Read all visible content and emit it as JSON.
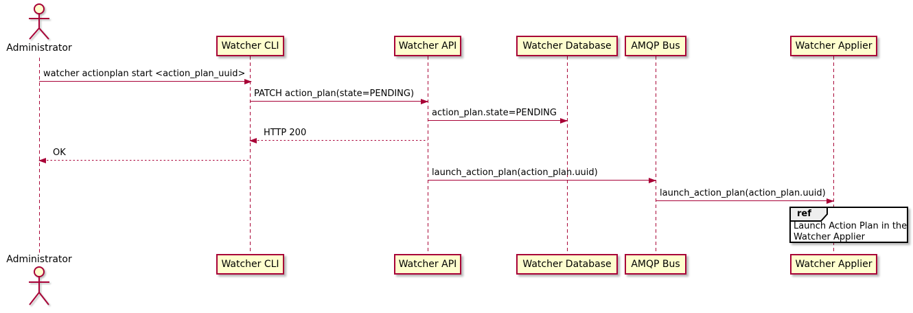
{
  "diagram_type": "sequence-diagram",
  "actor": {
    "label": "Administrator"
  },
  "participants": [
    {
      "label": "Watcher CLI"
    },
    {
      "label": "Watcher API"
    },
    {
      "label": "Watcher Database"
    },
    {
      "label": "AMQP Bus"
    },
    {
      "label": "Watcher Applier"
    }
  ],
  "messages": [
    {
      "from": "Administrator",
      "to": "Watcher CLI",
      "label": "watcher actionplan start <action_plan_uuid>",
      "line": "solid",
      "direction": "right"
    },
    {
      "from": "Watcher CLI",
      "to": "Watcher API",
      "label": "PATCH action_plan(state=PENDING)",
      "line": "solid",
      "direction": "right"
    },
    {
      "from": "Watcher API",
      "to": "Watcher Database",
      "label": "action_plan.state=PENDING",
      "line": "solid",
      "direction": "right"
    },
    {
      "from": "Watcher API",
      "to": "Watcher CLI",
      "label": "HTTP 200",
      "line": "dotted",
      "direction": "left"
    },
    {
      "from": "Watcher CLI",
      "to": "Administrator",
      "label": "OK",
      "line": "dotted",
      "direction": "left"
    },
    {
      "from": "Watcher API",
      "to": "AMQP Bus",
      "label": "launch_action_plan(action_plan.uuid)",
      "line": "solid",
      "direction": "right"
    },
    {
      "from": "AMQP Bus",
      "to": "Watcher Applier",
      "label": "launch_action_plan(action_plan.uuid)",
      "line": "solid",
      "direction": "right"
    }
  ],
  "ref_fragment": {
    "keyword": "ref",
    "lines": [
      "Launch Action Plan in the",
      "Watcher Applier"
    ]
  },
  "colors": {
    "participant_fill": "#FEFECE",
    "participant_border": "#A80036",
    "lifeline": "#A80036",
    "arrow": "#A80036",
    "message_text": "#000000",
    "ref_border": "#000000",
    "ref_header_fill": "#EEEEEE",
    "ref_fill": "#FFFFFF"
  }
}
